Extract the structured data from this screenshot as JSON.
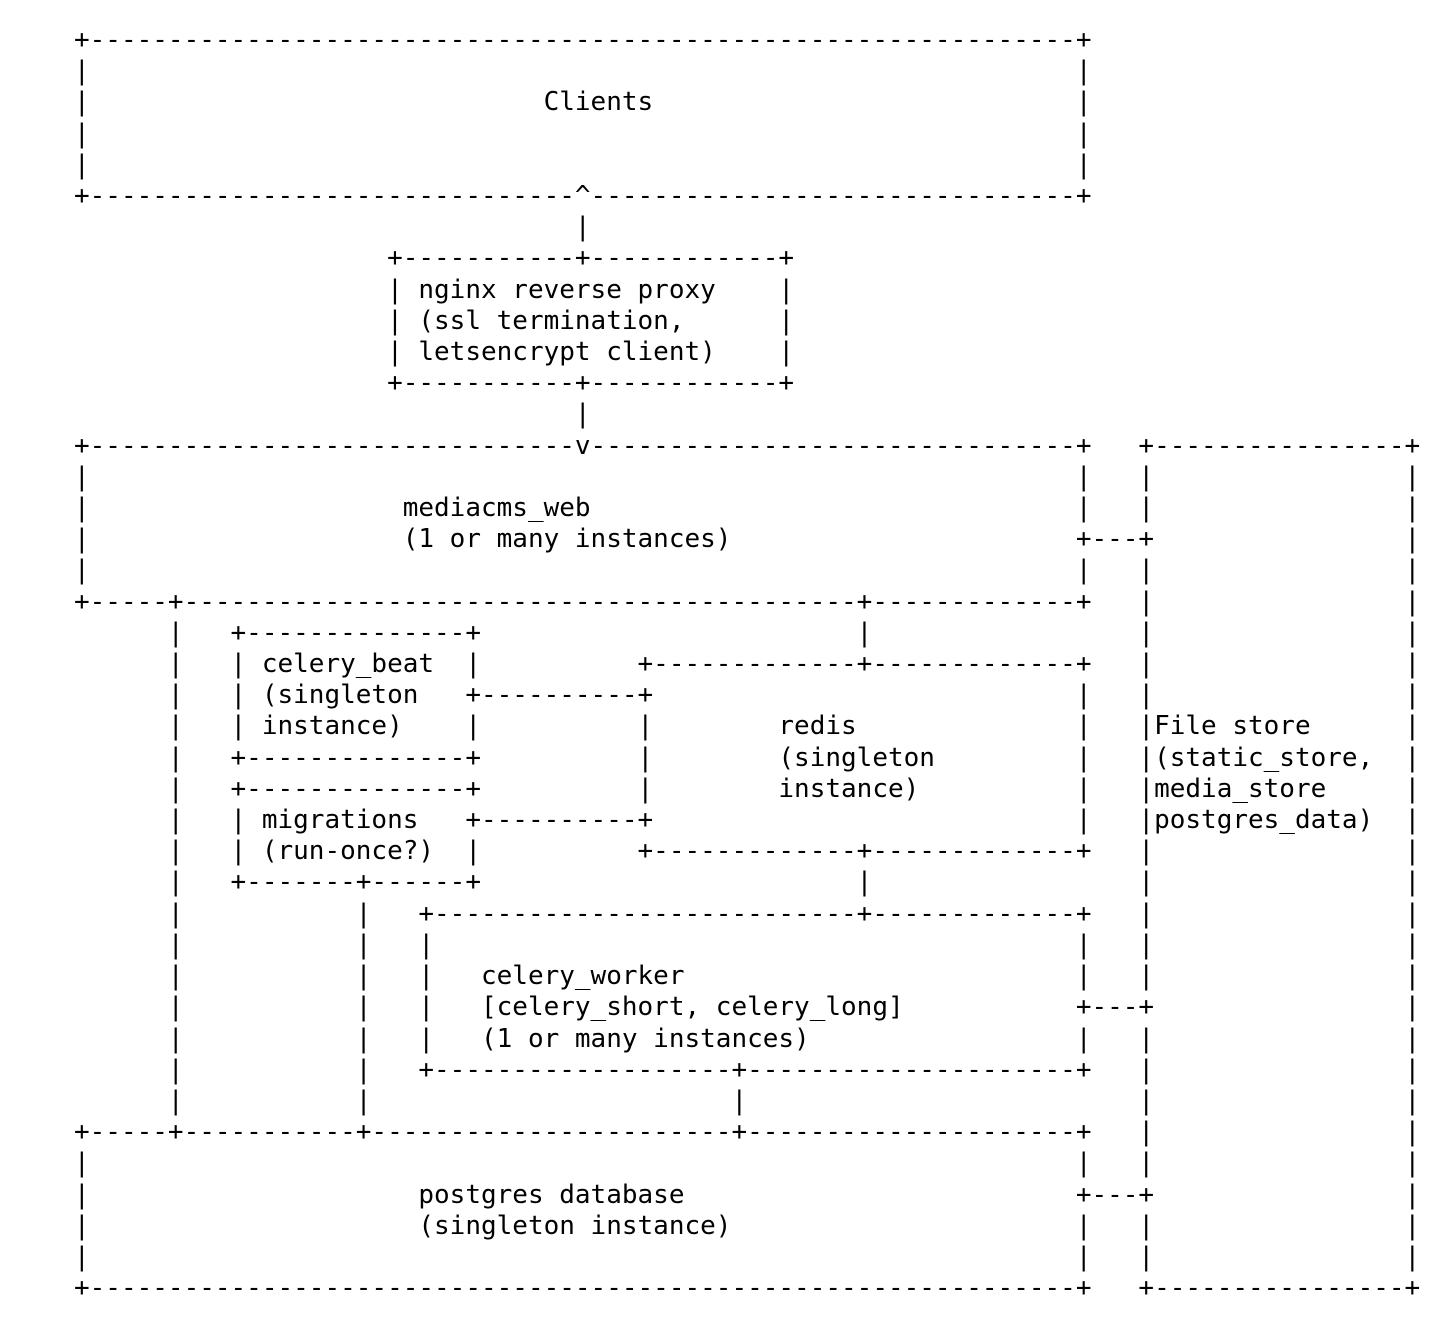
{
  "page": {
    "background_color": "#ffffff",
    "text_color": "#000000"
  },
  "diagram": {
    "type": "ascii-architecture-diagram",
    "nodes": [
      {
        "id": "clients",
        "lines": [
          "Clients"
        ]
      },
      {
        "id": "nginx-reverse-proxy",
        "lines": [
          "nginx reverse proxy",
          "(ssl termination,",
          "letsencrypt client)"
        ]
      },
      {
        "id": "mediacms-web",
        "lines": [
          "mediacms_web",
          "(1 or many instances)"
        ]
      },
      {
        "id": "celery-beat",
        "lines": [
          "celery_beat",
          "(singleton",
          "instance)"
        ]
      },
      {
        "id": "migrations",
        "lines": [
          "migrations",
          "(run-once?)"
        ]
      },
      {
        "id": "redis",
        "lines": [
          "redis",
          "(singleton",
          "instance)"
        ]
      },
      {
        "id": "celery-worker",
        "lines": [
          "celery_worker",
          "[celery_short, celery_long]",
          "(1 or many instances)"
        ]
      },
      {
        "id": "postgres-database",
        "lines": [
          "postgres database",
          "(singleton instance)"
        ]
      },
      {
        "id": "file-store",
        "lines": [
          "File store",
          "(static_store,",
          "media_store",
          "postgres_data)"
        ]
      }
    ],
    "ascii_lines": [
      "+---------------------------------------------------------------+",
      "|                                                               |",
      "|                             Clients                           |",
      "|                                                               |",
      "|                                                               |",
      "+-------------------------------^-------------------------------+",
      "                                |",
      "                    +-----------+------------+",
      "                    | nginx reverse proxy    |",
      "                    | (ssl termination,      |",
      "                    | letsencrypt client)    |",
      "                    +-----------+------------+",
      "                                |",
      "+-------------------------------v-------------------------------+   +----------------+",
      "|                                                               |   |                |",
      "|                    mediacms_web                               |   |                |",
      "|                    (1 or many instances)                      +---+                |",
      "|                                                               |   |                |",
      "+-----+-------------------------------------------+-------------+   |                |",
      "      |   +--------------+                        |                 |                |",
      "      |   | celery_beat  |          +-------------+-------------+   |                |",
      "      |   | (singleton   +----------+                           |   |                |",
      "      |   | instance)    |          |        redis              |   |File store      |",
      "      |   +--------------+          |        (singleton         |   |(static_store,  |",
      "      |   +--------------+          |        instance)          |   |media_store     |",
      "      |   | migrations   +----------+                           |   |postgres_data)  |",
      "      |   | (run-once?)  |          +-------------+-------------+   |                |",
      "      |   +-------+------+                        |                 |                |",
      "      |           |   +---------------------------+-------------+   |                |",
      "      |           |   |                                         |   |                |",
      "      |           |   |   celery_worker                         |   |                |",
      "      |           |   |   [celery_short, celery_long]           +---+                |",
      "      |           |   |   (1 or many instances)                 |   |                |",
      "      |           |   +-------------------+---------------------+   |                |",
      "      |           |                       |                         |                |",
      "+-----+-----------+-----------------------+---------------------+   |                |",
      "|                                                               |   |                |",
      "|                     postgres database                         +---+                |",
      "|                     (singleton instance)                      |   |                |",
      "|                                                               |   |                |",
      "+---------------------------------------------------------------+   +----------------+"
    ]
  }
}
